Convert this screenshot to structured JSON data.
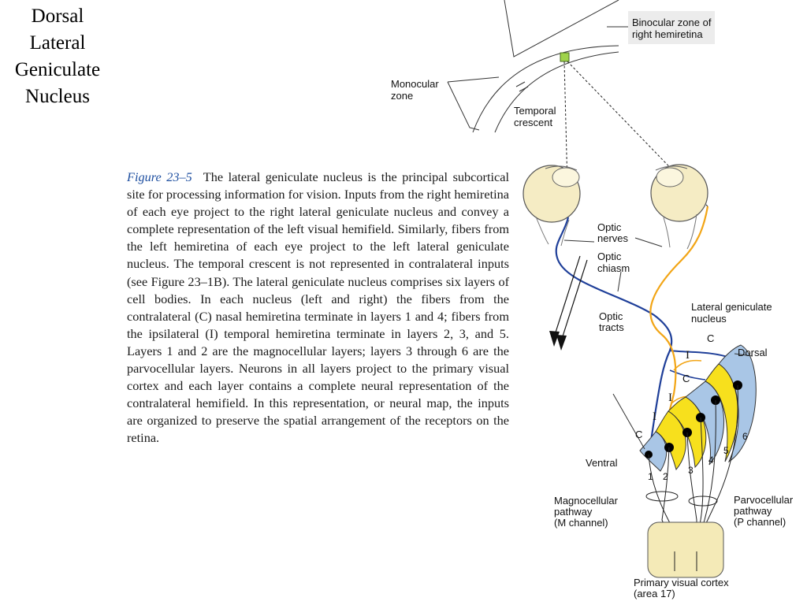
{
  "slide": {
    "title_lines": [
      "Dorsal",
      "Lateral",
      "Geniculate",
      "Nucleus"
    ]
  },
  "caption": {
    "figure_label": "Figure 23–5",
    "text": "The lateral geniculate nucleus is the principal subcortical site for processing information for vision. Inputs from the right hemiretina of each eye project to the right lateral geniculate nucleus and convey a complete representation of the left visual hemifield. Similarly, fibers from the left hemiretina of each eye project to the left lateral geniculate nucleus. The temporal crescent is not represented in contralateral inputs (see Figure 23–1B). The lateral geniculate nucleus comprises six layers of cell bodies. In each nucleus (left and right) the fibers from the contralateral (C) nasal hemiretina terminate in layers 1 and 4; fibers from the ipsilateral (I) temporal hemiretina terminate in layers 2, 3, and 5. Layers 1 and 2 are the magnocellular layers; layers 3 through 6 are the parvocellular layers. Neurons in all layers project to the primary visual cortex and each layer contains a complete neural representation of the contralateral hemifield. In this representation, or neural map, the inputs are organized to preserve the spatial arrangement of the receptors on the retina."
  },
  "diagram": {
    "labels": {
      "binocular_line1": "Binocular zone of",
      "binocular_line2": "right hemiretina",
      "monocular_line1": "Monocular",
      "monocular_line2": "zone",
      "temporal_line1": "Temporal",
      "temporal_line2": "crescent",
      "optic_nerves_line1": "Optic",
      "optic_nerves_line2": "nerves",
      "optic_chiasm_line1": "Optic",
      "optic_chiasm_line2": "chiasm",
      "optic_tracts_line1": "Optic",
      "optic_tracts_line2": "tracts",
      "lgn_line1": "Lateral geniculate",
      "lgn_line2": "nucleus",
      "dorsal": "Dorsal",
      "ventral": "Ventral",
      "magno_line1": "Magnocellular",
      "magno_line2": "pathway",
      "magno_line3": "(M channel)",
      "parvo_line1": "Parvocellular",
      "parvo_line2": "pathway",
      "parvo_line3": "(P channel)",
      "cortex_line1": "Primary visual cortex",
      "cortex_line2": "(area 17)"
    },
    "layer_numbers": [
      "1",
      "2",
      "3",
      "4",
      "5",
      "6"
    ],
    "input_markers": {
      "contralateral": "C",
      "ipsilateral": "I"
    },
    "colors": {
      "contralateral_fiber": "#1f3f99",
      "ipsilateral_fiber": "#f2a516",
      "magno_layer_fill": "#a9c6e6",
      "parvo_layer_fill": "#f7e01d",
      "cortex_fill": "#f4eab7",
      "fixation_point": "#9fd34b",
      "caption_label": "#1e4fa0"
    }
  }
}
